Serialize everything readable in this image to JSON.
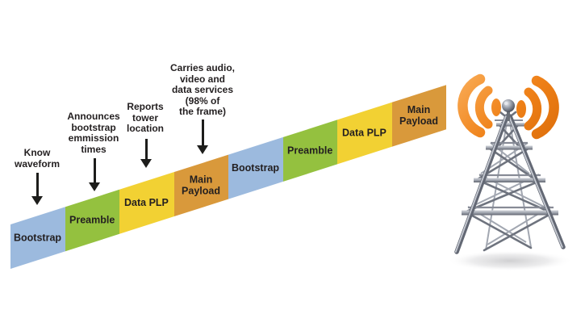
{
  "frame": {
    "segments": [
      {
        "label": "Bootstrap",
        "color": "#9cbade"
      },
      {
        "label": "Preamble",
        "color": "#94c13f"
      },
      {
        "label": "Data PLP",
        "color": "#f2d133"
      },
      {
        "label": "Main Payload",
        "color": "#d9993b"
      },
      {
        "label": "Bootstrap",
        "color": "#9cbade"
      },
      {
        "label": "Preamble",
        "color": "#94c13f"
      },
      {
        "label": "Data PLP",
        "color": "#f2d133"
      },
      {
        "label": "Main Payload",
        "color": "#d9993b"
      }
    ]
  },
  "annotations": [
    {
      "lines": [
        "Know",
        "waveform"
      ]
    },
    {
      "lines": [
        "Announces",
        "bootstrap",
        "emmission",
        "times"
      ]
    },
    {
      "lines": [
        "Reports",
        "tower",
        "location"
      ]
    },
    {
      "lines": [
        "Carries audio,",
        "video and",
        "data services",
        "(98% of",
        "the frame)"
      ]
    }
  ],
  "illustration": {
    "description": "broadcast tower with radio waves",
    "wave_color": "#ef8118",
    "text_color": "#231f20"
  }
}
